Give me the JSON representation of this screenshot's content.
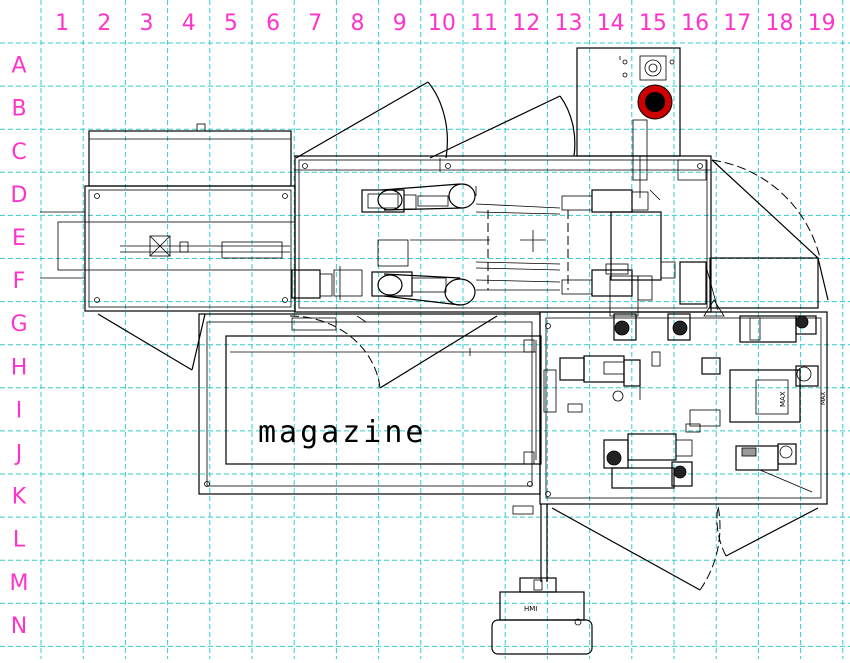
{
  "grid": {
    "columns": [
      "1",
      "2",
      "3",
      "4",
      "5",
      "6",
      "7",
      "8",
      "9",
      "10",
      "11",
      "12",
      "13",
      "14",
      "15",
      "16",
      "17",
      "18",
      "19"
    ],
    "rows": [
      "A",
      "B",
      "C",
      "D",
      "E",
      "F",
      "G",
      "H",
      "I",
      "J",
      "K",
      "L",
      "M",
      "N"
    ],
    "label_color": "#ff33cc",
    "line_color": "#33cccc"
  },
  "drawing": {
    "magazine_label": "magazine",
    "hmi_label": "HMI",
    "max_label_1": "MAX",
    "max_label_2": "MAX"
  },
  "colors": {
    "line": "#000000",
    "emergency_stop": "#cc0000",
    "background": "#ffffff"
  }
}
